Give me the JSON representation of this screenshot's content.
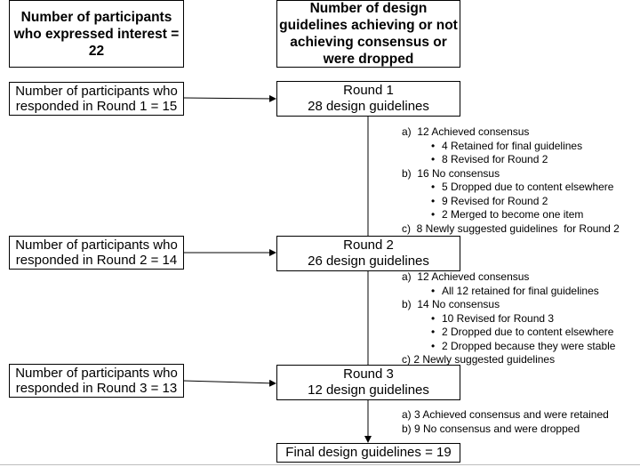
{
  "headers": {
    "left": [
      "Number of participants",
      "who expressed interest =",
      "22"
    ],
    "right": [
      "Number of design",
      "guidelines achieving or not",
      "achieving consensus or",
      "were dropped"
    ]
  },
  "rounds": [
    {
      "participants": [
        "Number of participants who",
        "responded in Round 1 = 15"
      ],
      "title": "Round 1",
      "guidelines": "28 design guidelines",
      "notes": [
        {
          "type": "main",
          "text": "a)  12 Achieved consensus"
        },
        {
          "type": "sub",
          "text": "4 Retained for final guidelines"
        },
        {
          "type": "sub",
          "text": "8 Revised for Round 2"
        },
        {
          "type": "main",
          "text": "b)  16 No consensus"
        },
        {
          "type": "sub",
          "text": "5 Dropped due to content elsewhere"
        },
        {
          "type": "sub",
          "text": "9 Revised for Round 2"
        },
        {
          "type": "sub",
          "text": "2 Merged to become one item"
        },
        {
          "type": "main",
          "text": "c)  8 Newly suggested guidelines  for Round 2"
        }
      ]
    },
    {
      "participants": [
        "Number of participants who",
        "responded in Round 2 = 14"
      ],
      "title": "Round 2",
      "guidelines": "26 design guidelines",
      "notes": [
        {
          "type": "main",
          "text": "a)  12 Achieved consensus"
        },
        {
          "type": "sub",
          "text": "All 12 retained for final guidelines"
        },
        {
          "type": "main",
          "text": "b)  14 No consensus"
        },
        {
          "type": "sub",
          "text": "10 Revised for Round 3"
        },
        {
          "type": "sub",
          "text": "2 Dropped due to content elsewhere"
        },
        {
          "type": "sub",
          "text": "2 Dropped because they were stable"
        },
        {
          "type": "main",
          "text": "c) 2 Newly suggested guidelines"
        }
      ]
    },
    {
      "participants": [
        "Number of participants who",
        "responded in Round 3 = 13"
      ],
      "title": "Round 3",
      "guidelines": "12 design guidelines",
      "notes": [
        {
          "type": "main",
          "text": "a) 3 Achieved consensus and were retained"
        },
        {
          "type": "main",
          "text": "b) 9 No consensus and were dropped"
        }
      ]
    }
  ],
  "final": "Final design guidelines = 19"
}
